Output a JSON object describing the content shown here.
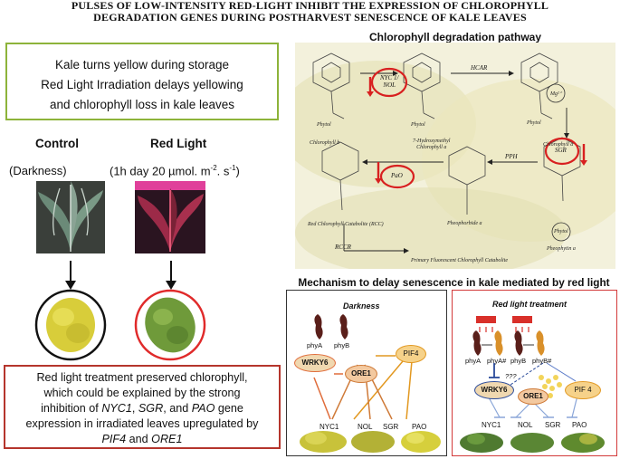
{
  "title": {
    "line1": "PULSES OF LOW-INTENSITY RED-LIGHT INHIBIT THE EXPRESSION OF CHLOROPHYLL",
    "line2": "DEGRADATION GENES DURING POSTHARVEST SENESCENCE OF KALE LEAVES"
  },
  "summary": {
    "line1": "Kale turns yellow during storage",
    "line2": "Red Light Irradiation delays yellowing",
    "line3": "and chlorophyll loss in kale leaves"
  },
  "control": {
    "heading": "Control",
    "sub": "(Darkness)"
  },
  "redlight": {
    "heading": "Red Light",
    "sub_pre": "(1h day 20 µmol. m",
    "sup1": "-2",
    "sub_mid": ". s",
    "sup2": "-1",
    "sub_post": ")"
  },
  "result": {
    "l1": "Red light treatment preserved chlorophyll,",
    "l2": "which could be explained by the strong",
    "l3_a": "inhibition of ",
    "l3_b": "NYC1",
    "l3_c": ", ",
    "l3_d": "SGR",
    "l3_e": ", and ",
    "l3_f": "PAO",
    "l3_g": " gene",
    "l4": "expression in irradiated leaves upregulated by",
    "l5_a": "PIF4",
    "l5_b": " and ",
    "l5_c": "ORE1"
  },
  "pathway": {
    "title": "Chlorophyll degradation pathway",
    "enzymes": {
      "nyc": "NYC 1/",
      "nol": "NOL",
      "hcar": "HCAR",
      "sgr": "SGR",
      "pao": "PaO",
      "pph": "PPH",
      "rccr": "RCCR"
    },
    "compounds": {
      "chl_b": "Chlorophyll b",
      "hmchl": "7-Hydroxymethyl",
      "hmchl2": "Chlorophyll a",
      "chl_a": "Chlorophyll a",
      "phytyl": "Phytol",
      "rcc": "Red Chlorophyll Catabolite (RCC)",
      "pheide": "Pheophorbide a",
      "phein": "Pheophytin a",
      "pfcc": "Primary Fluorescent Chlorophyll Catabolite",
      "mg": "Mg²⁺"
    }
  },
  "mechanism": {
    "title": "Mechanism to delay senescence in kale mediated by red light",
    "darkness": {
      "title": "Darkness",
      "phyA": "phyA",
      "phyB": "phyB",
      "wrky": "WRKY6",
      "ore": "ORE1",
      "pif": "PIF4",
      "genes": [
        "NYC1",
        "NOL",
        "SGR",
        "PAO"
      ]
    },
    "red": {
      "title": "Red light treatment",
      "phyA": "phyA",
      "phyAa": "phyA#",
      "phyB": "phyB",
      "phyBa": "phyB#",
      "unknown": "???",
      "wrky": "WRKY6",
      "ore": "ORE1",
      "pif": "PIF 4",
      "genes": [
        "NYC1",
        "NOL",
        "SGR",
        "PAO"
      ]
    }
  },
  "colors": {
    "accent_green": "#8db33a",
    "accent_red": "#d93030",
    "pif": "#f6d28a",
    "ore": "#f3c9a0",
    "wrky": "#f0d8b0"
  }
}
